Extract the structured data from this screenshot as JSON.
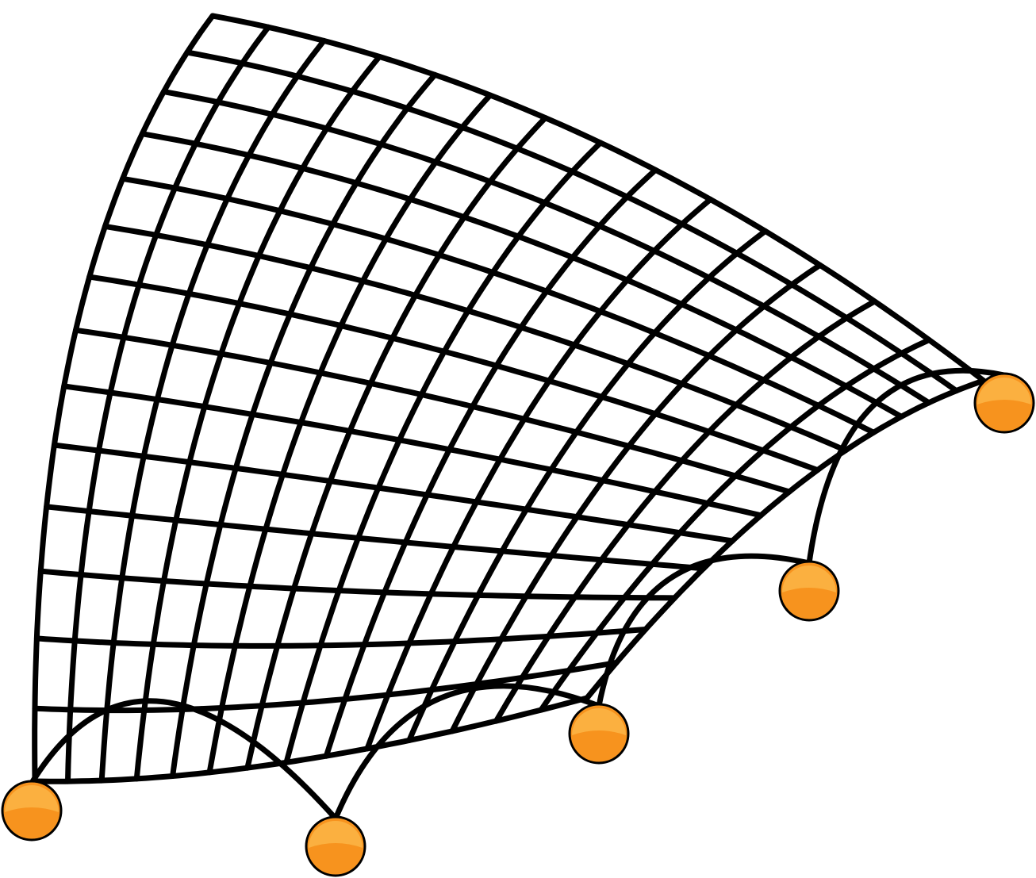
{
  "illustration": {
    "subject": "net",
    "colors": {
      "mesh": "#000000",
      "weight_fill": "#f7931e",
      "weight_highlight": "#fbb040",
      "weight_outline": "#000000",
      "background": "#ffffff"
    },
    "weights": [
      {
        "name": "weight-1"
      },
      {
        "name": "weight-2"
      },
      {
        "name": "weight-3"
      },
      {
        "name": "weight-4"
      },
      {
        "name": "weight-5"
      }
    ]
  }
}
